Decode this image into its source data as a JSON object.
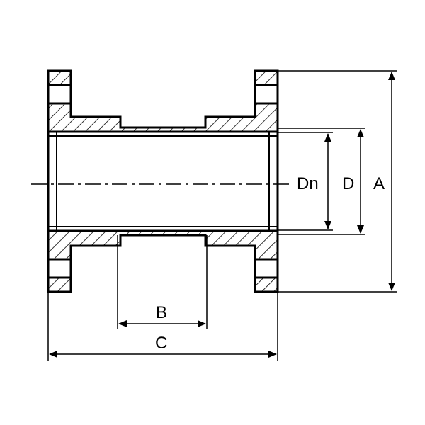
{
  "diagram": {
    "dimensions": {
      "A": "A",
      "B": "B",
      "C": "C",
      "D": "D",
      "Dn": "Dn"
    }
  }
}
